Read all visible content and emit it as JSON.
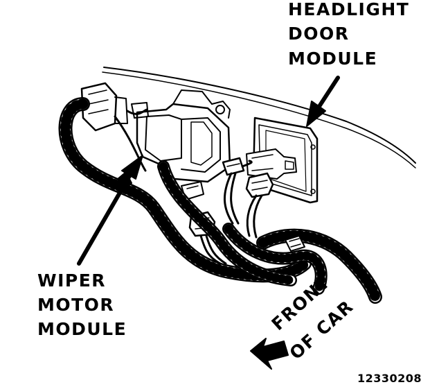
{
  "labels": {
    "headlight": [
      "HEADLIGHT",
      "DOOR",
      "MODULE"
    ],
    "wiper": [
      "WIPER",
      "MOTOR",
      "MODULE"
    ],
    "front": [
      "FRONT",
      "OF CAR"
    ],
    "code": "12330208"
  },
  "icons": [
    "arrow-icon"
  ],
  "colors": {
    "ink": "#000000",
    "paper": "#ffffff"
  }
}
